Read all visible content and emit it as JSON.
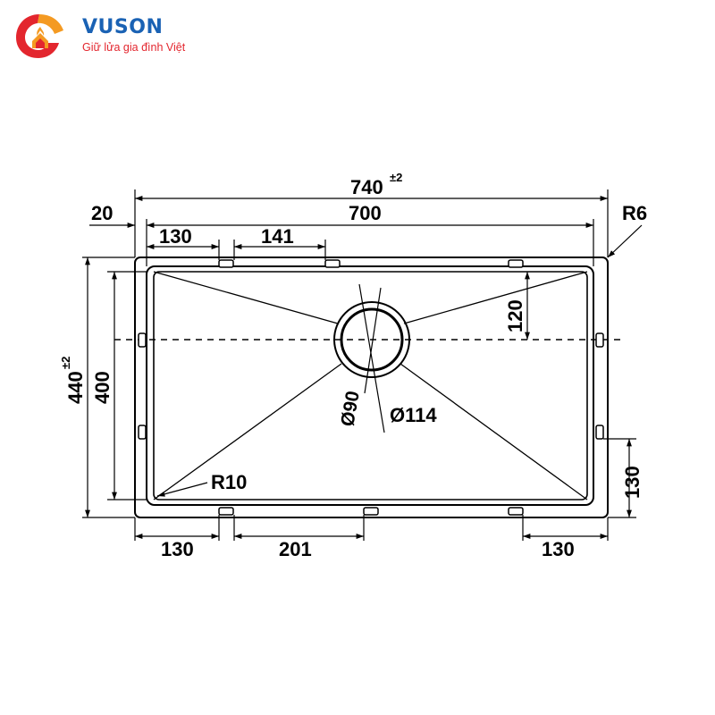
{
  "brand": {
    "name": "VUSON",
    "tagline": "Giữ lửa gia đình Việt",
    "logo_icon": "house-flame-swirl-icon",
    "colors": {
      "red": "#e3262e",
      "orange": "#f49a22",
      "blue": "#1a62b4"
    }
  },
  "dimensions": {
    "overall_width": "740",
    "overall_width_tol": "±2",
    "inner_width": "700",
    "flange": "20",
    "corner_radius_outer": "R6",
    "clip_offset_left": "130",
    "clip_spacing_top": "141",
    "depth_overall": "440",
    "depth_overall_tol": "±2",
    "depth_inner": "400",
    "drain_offset": "120",
    "drain_inner_diameter": "Ø90",
    "drain_outer_diameter": "Ø114",
    "corner_radius_inner": "R10",
    "clip_offset_right_side": "130",
    "bottom_left": "130",
    "bottom_mid": "201",
    "bottom_right": "130"
  }
}
